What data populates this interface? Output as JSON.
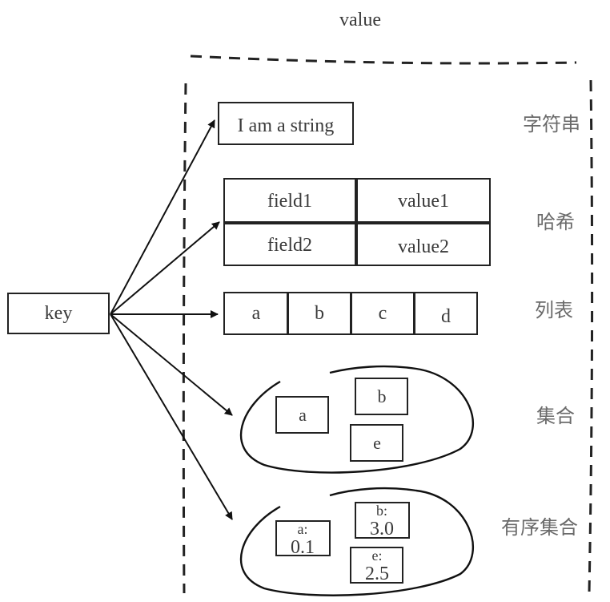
{
  "title": "value",
  "key": {
    "label": "key"
  },
  "types": {
    "string": {
      "label": "字符串",
      "value": "I am a string"
    },
    "hash": {
      "label": "哈希",
      "rows": [
        {
          "field": "field1",
          "value": "value1"
        },
        {
          "field": "field2",
          "value": "value2"
        }
      ]
    },
    "list": {
      "label": "列表",
      "items": [
        "a",
        "b",
        "c",
        "d"
      ]
    },
    "set": {
      "label": "集合",
      "members": [
        "a",
        "b",
        "e"
      ]
    },
    "zset": {
      "label": "有序集合",
      "members": [
        {
          "member": "a:",
          "score": "0.1"
        },
        {
          "member": "b:",
          "score": "3.0"
        },
        {
          "member": "e:",
          "score": "2.5"
        }
      ]
    }
  }
}
